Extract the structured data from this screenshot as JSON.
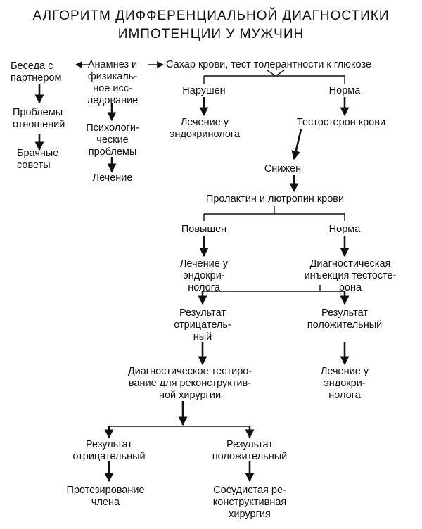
{
  "title": {
    "line1": "АЛГОРИТМ ДИФФЕРЕНЦИАЛЬНОЙ ДИАГНОСТИКИ",
    "line2": "ИМПОТЕНЦИИ У МУЖЧИН"
  },
  "nodes": {
    "beseda": "Беседа с\nпартнером",
    "problemy_otnosheniy": "Проблемы\nотношений",
    "brachnye_sovety": "Брачные\nсоветы",
    "anamnez": "Анамнез и\nфизикаль-\nное исс-\nледование",
    "psikh_problemy": "Психологи-\nческие\nпроблемы",
    "lechenie_psikh": "Лечение",
    "sakhar": "Сахар крови, тест толерантности к глюкозе",
    "narushen": "Нарушен",
    "norma_sakhar": "Норма",
    "lechenie_endo_1": "Лечение у\nэндокринолога",
    "testosteron": "Тестостерон крови",
    "snizhen": "Снижен",
    "prolaktin": "Пролактин и лютропин крови",
    "povyshen": "Повышен",
    "norma_prolaktin": "Норма",
    "lechenie_endo_2": "Лечение у\nэндокри-\nнолога",
    "diag_inekcia": "Диагностическая\nинъекция тестосте-\nрона",
    "rezultat_otr_1": "Результат\nотрицатель-\nный",
    "rezultat_pol_1": "Результат\nположительный",
    "diag_testirovanie": "Диагностическое тестиро-\nвание для реконструктив-\nной хирургии",
    "lechenie_endo_3": "Лечение у\nэндокри-\nнолога",
    "rezultat_otr_2": "Результат\nотрицательный",
    "rezultat_pol_2": "Результат\nположительный",
    "protezirovanie": "Протезирование\nчлена",
    "sosudistaya": "Сосудистая ре-\nконструктивная\nхирургия"
  }
}
